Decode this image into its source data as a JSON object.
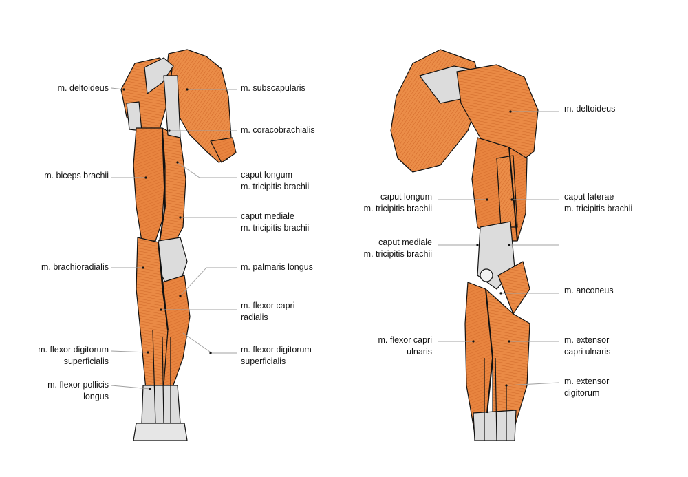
{
  "colors": {
    "muscle": "#e8843f",
    "muscle_light": "#f3a766",
    "muscle_dark": "#c2581e",
    "tendon": "#dcdcdc",
    "outline": "#111111",
    "leader": "#a0a0a0"
  },
  "front_view": {
    "labels": {
      "deltoideus": [
        "m. deltoideus"
      ],
      "subscapularis": [
        "m. subscapularis"
      ],
      "coracobrachialis": [
        "m. coracobrachialis"
      ],
      "biceps": [
        "m. biceps brachii"
      ],
      "caput_longum": [
        "caput longum",
        "m. tricipitis brachii"
      ],
      "caput_mediale": [
        "caput mediale",
        "m. tricipitis brachii"
      ],
      "brachioradialis": [
        "m. brachioradialis"
      ],
      "palmaris": [
        "m. palmaris longus"
      ],
      "flexor_capri_radialis": [
        "m. flexor capri",
        "radialis"
      ],
      "flexor_digitorum_left": [
        "m. flexor digitorum",
        "superficialis"
      ],
      "flexor_digitorum_right": [
        "m. flexor digitorum",
        "superficialis"
      ],
      "flexor_pollicis": [
        "m. flexor pollicis",
        "longus"
      ]
    }
  },
  "back_view": {
    "labels": {
      "deltoideus": [
        "m. deltoideus"
      ],
      "caput_longum": [
        "caput longum",
        "m. tricipitis brachii"
      ],
      "caput_laterae": [
        "caput laterae",
        "m. tricipitis brachii"
      ],
      "caput_mediale": [
        "caput mediale",
        "m. tricipitis brachii"
      ],
      "anconeus": [
        "m. anconeus"
      ],
      "flexor_capri_ulnaris": [
        "m. flexor capri",
        "ulnaris"
      ],
      "extensor_capri_ulnaris": [
        "m. extensor",
        "capri ulnaris"
      ],
      "extensor_digitorum": [
        "m. extensor",
        "digitorum"
      ]
    }
  }
}
